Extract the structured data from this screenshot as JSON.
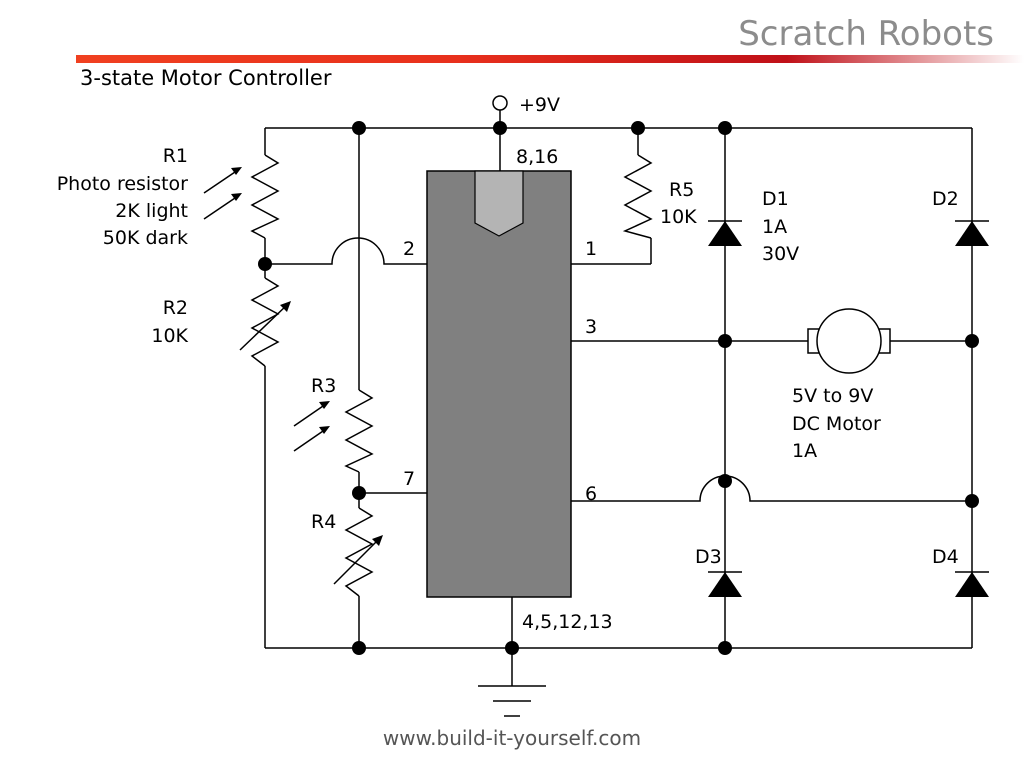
{
  "header": {
    "title": "Scratch Robots",
    "subtitle": "3-state Motor Controller",
    "accent": "#e8301c"
  },
  "footer": {
    "url": "www.build-it-yourself.com"
  },
  "colors": {
    "chip_body": "#808080",
    "chip_notch": "#b4b4b4",
    "wire": "#000000"
  },
  "power": {
    "label": "+9V"
  },
  "ic": {
    "pins": {
      "power": "8,16",
      "ground": "4,5,12,13",
      "p1": "1",
      "p2": "2",
      "p3": "3",
      "p6": "6",
      "p7": "7"
    }
  },
  "components": {
    "r1": {
      "name": "R1",
      "desc1": "Photo resistor",
      "desc2": "2K light",
      "desc3": "50K dark"
    },
    "r2": {
      "name": "R2",
      "value": "10K"
    },
    "r3": {
      "name": "R3"
    },
    "r4": {
      "name": "R4"
    },
    "r5": {
      "name": "R5",
      "value": "10K"
    },
    "d1": {
      "name": "D1",
      "rating1": "1A",
      "rating2": "30V"
    },
    "d2": {
      "name": "D2"
    },
    "d3": {
      "name": "D3"
    },
    "d4": {
      "name": "D4"
    },
    "motor": {
      "line1": "5V to 9V",
      "line2": "DC Motor",
      "line3": "1A"
    }
  },
  "icons": [
    "power-terminal-icon",
    "ground-icon",
    "light-arrows-icon",
    "resistor-icon",
    "diode-icon",
    "motor-icon",
    "junction-dot-icon"
  ]
}
